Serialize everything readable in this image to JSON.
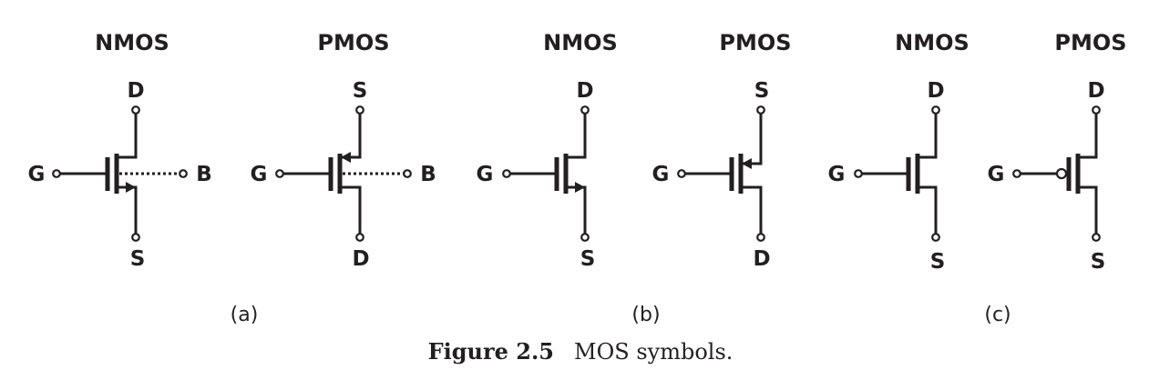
{
  "symbols": [
    {
      "type": "NMOS",
      "top": "D",
      "bottom": "S",
      "gate": "G",
      "body": "B"
    },
    {
      "type": "PMOS",
      "top": "S",
      "bottom": "D",
      "gate": "G",
      "body": "B"
    },
    {
      "type": "NMOS",
      "top": "D",
      "bottom": "S",
      "gate": "G"
    },
    {
      "type": "PMOS",
      "top": "S",
      "bottom": "D",
      "gate": "G"
    },
    {
      "type": "NMOS",
      "top": "D",
      "bottom": "S",
      "gate": "G"
    },
    {
      "type": "PMOS",
      "top": "D",
      "bottom": "S",
      "gate": "G"
    }
  ],
  "groups": [
    "(a)",
    "(b)",
    "(c)"
  ],
  "caption": {
    "label": "Figure 2.5",
    "text": "MOS symbols."
  }
}
